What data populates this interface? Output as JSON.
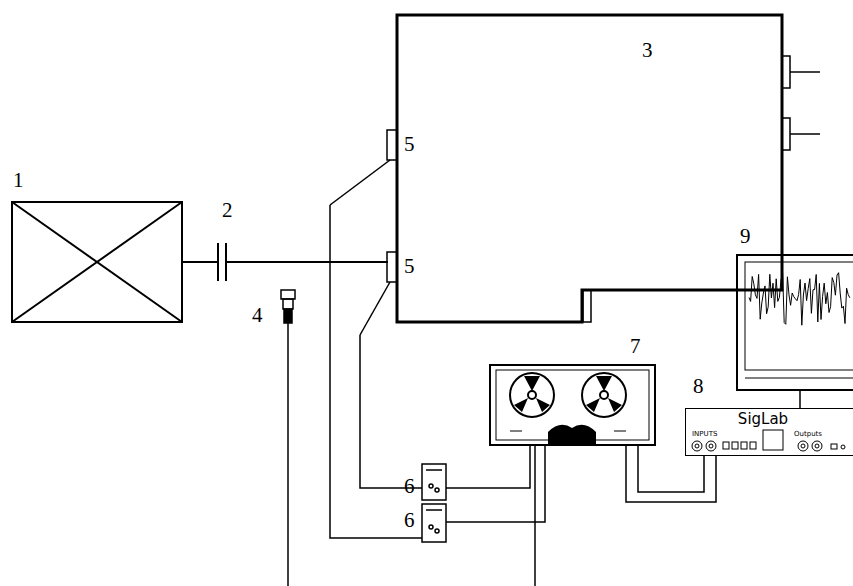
{
  "diagram": {
    "nodes": [
      {
        "text": [
          "SigLab",
          "INPUTS",
          "Outputs"
        ]
      }
    ],
    "labels": [
      "1",
      "2",
      "3",
      "4",
      "5",
      "5",
      "6",
      "6",
      "7",
      "8",
      "9"
    ]
  }
}
